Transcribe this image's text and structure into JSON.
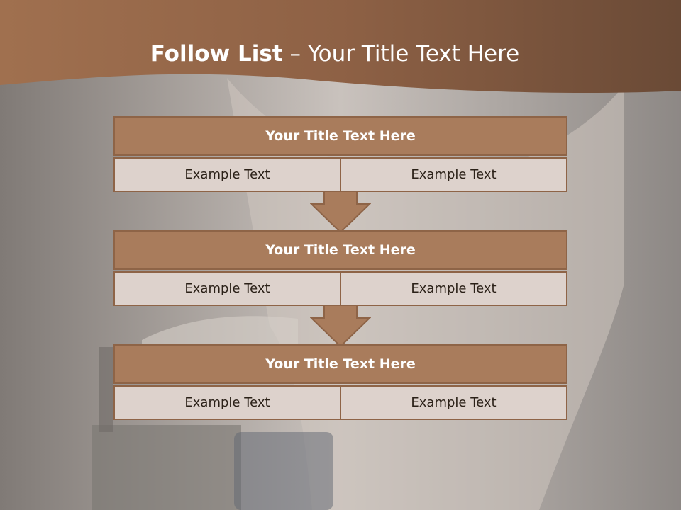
{
  "title": {
    "bold": "Follow List",
    "rest": " – Your Title Text Here"
  },
  "steps": [
    {
      "title": "Your Title Text Here",
      "left": "Example Text",
      "right": "Example Text"
    },
    {
      "title": "Your Title Text Here",
      "left": "Example Text",
      "right": "Example Text"
    },
    {
      "title": "Your Title Text Here",
      "left": "Example Text",
      "right": "Example Text"
    }
  ],
  "colors": {
    "banner": "#8d6145",
    "header_fill": "#a97c5c",
    "cell_fill": "#ddd2cc",
    "border": "#8e6447"
  },
  "icons": [
    "down-arrow-icon",
    "down-arrow-icon"
  ]
}
